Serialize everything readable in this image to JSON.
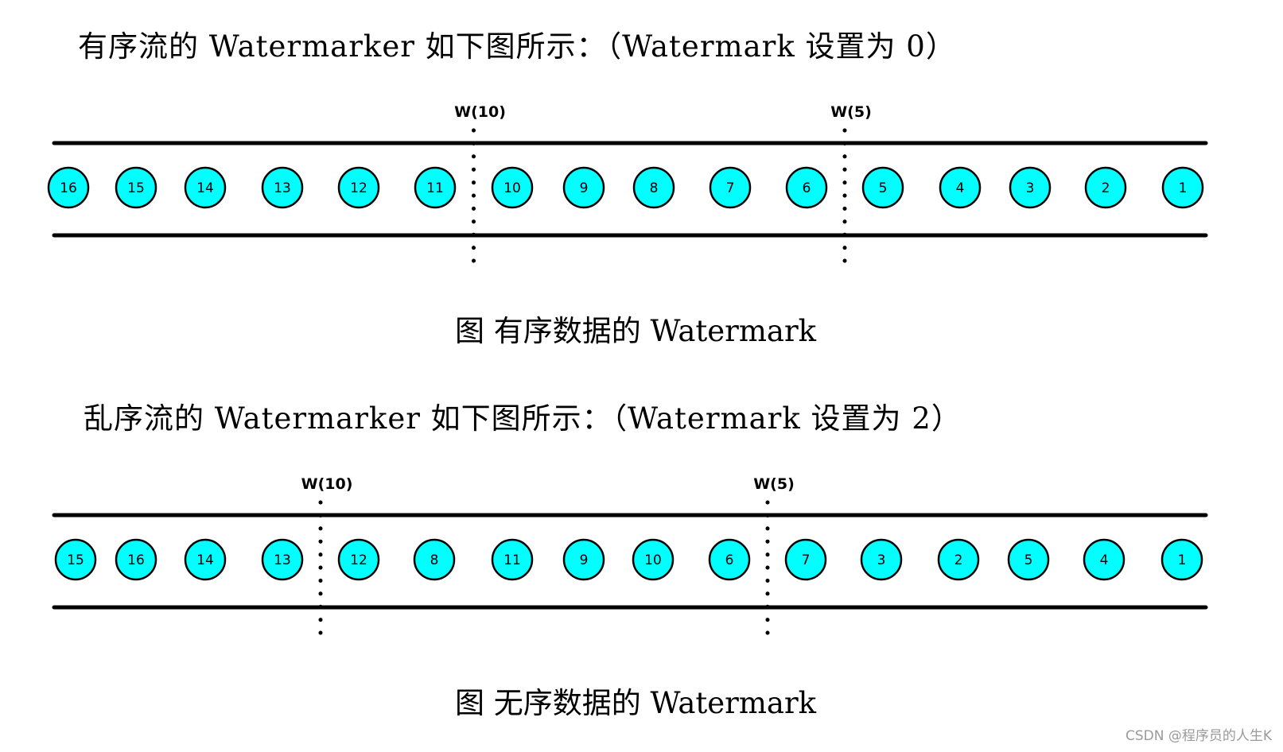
{
  "sections": [
    {
      "heading": "有序流的 Watermarker 如下图所示：（Watermark 设置为 0）",
      "caption": "图  有序数据的 Watermark",
      "events": [
        "16",
        "15",
        "14",
        "13",
        "12",
        "11",
        "10",
        "9",
        "8",
        "7",
        "6",
        "5",
        "4",
        "3",
        "2",
        "1"
      ],
      "watermarks": [
        {
          "label": "W(10)",
          "after_event_index": 5
        },
        {
          "label": "W(5)",
          "after_event_index": 10
        }
      ]
    },
    {
      "heading": "乱序流的 Watermarker 如下图所示：（Watermark 设置为 2）",
      "caption": "图  无序数据的 Watermark",
      "events": [
        "15",
        "16",
        "14",
        "13",
        "12",
        "8",
        "11",
        "9",
        "10",
        "6",
        "7",
        "3",
        "2",
        "5",
        "4",
        "1"
      ],
      "watermarks": [
        {
          "label": "W(10)",
          "after_event_index": 3
        },
        {
          "label": "W(5)",
          "after_event_index": 9
        }
      ]
    }
  ],
  "footer": {
    "watermark_text": "CSDN @程序员的人生K"
  },
  "colors": {
    "event_fill": "#00ffff",
    "event_stroke": "#000000",
    "line": "#000000",
    "footer_text": "#9a9a9a"
  }
}
